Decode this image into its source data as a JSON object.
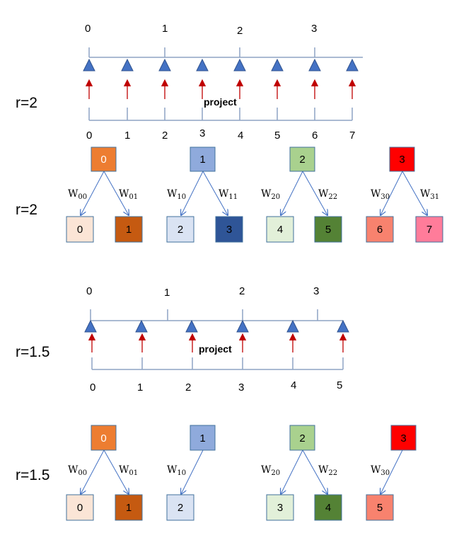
{
  "section1": {
    "r_label": "r=2",
    "top_ticks": [
      "0",
      "1",
      "2",
      "3"
    ],
    "bottom_ticks": [
      "0",
      "1",
      "2",
      "3",
      "4",
      "5",
      "6",
      "7"
    ],
    "project_label": "project"
  },
  "section2": {
    "r_label": "r=2",
    "parents": [
      {
        "label": "0",
        "color": "#ED7D31",
        "text_color": "#ffffff"
      },
      {
        "label": "1",
        "color": "#8FAADC",
        "text_color": "#000000"
      },
      {
        "label": "2",
        "color": "#A9D18E",
        "text_color": "#000000"
      },
      {
        "label": "3",
        "color": "#FF0000",
        "text_color": "#000000"
      }
    ],
    "weights": [
      {
        "base": "W",
        "sub": "00"
      },
      {
        "base": "W",
        "sub": "01"
      },
      {
        "base": "W",
        "sub": "10"
      },
      {
        "base": "W",
        "sub": "11"
      },
      {
        "base": "W",
        "sub": "20"
      },
      {
        "base": "W",
        "sub": "22"
      },
      {
        "base": "W",
        "sub": "30"
      },
      {
        "base": "W",
        "sub": "31"
      }
    ],
    "children": [
      {
        "label": "0",
        "color": "#FBE5D6",
        "text_color": "#000000"
      },
      {
        "label": "1",
        "color": "#C55A11",
        "text_color": "#000000"
      },
      {
        "label": "2",
        "color": "#DAE3F3",
        "text_color": "#000000"
      },
      {
        "label": "3",
        "color": "#2F5597",
        "text_color": "#000000"
      },
      {
        "label": "4",
        "color": "#E2F0D9",
        "text_color": "#000000"
      },
      {
        "label": "5",
        "color": "#548235",
        "text_color": "#000000"
      },
      {
        "label": "6",
        "color": "#F8826E",
        "text_color": "#000000"
      },
      {
        "label": "7",
        "color": "#FF7C9A",
        "text_color": "#000000"
      }
    ]
  },
  "section3": {
    "r_label": "r=1.5",
    "top_ticks": [
      "0",
      "1",
      "2",
      "3"
    ],
    "bottom_ticks": [
      "0",
      "1",
      "2",
      "3",
      "4",
      "5"
    ],
    "project_label": "project"
  },
  "section4": {
    "r_label": "r=1.5",
    "parents": [
      {
        "label": "0",
        "color": "#ED7D31",
        "text_color": "#ffffff"
      },
      {
        "label": "1",
        "color": "#8FAADC",
        "text_color": "#000000"
      },
      {
        "label": "2",
        "color": "#A9D18E",
        "text_color": "#000000"
      },
      {
        "label": "3",
        "color": "#FF0000",
        "text_color": "#000000"
      }
    ],
    "weights": [
      {
        "base": "W",
        "sub": "00"
      },
      {
        "base": "W",
        "sub": "01"
      },
      {
        "base": "W",
        "sub": "10"
      },
      {
        "base": "W",
        "sub": "20"
      },
      {
        "base": "W",
        "sub": "22"
      },
      {
        "base": "W",
        "sub": "30"
      }
    ],
    "children": [
      {
        "label": "0",
        "color": "#FBE5D6",
        "text_color": "#000000"
      },
      {
        "label": "1",
        "color": "#C55A11",
        "text_color": "#000000"
      },
      {
        "label": "2",
        "color": "#DAE3F3",
        "text_color": "#000000"
      },
      {
        "label": "3",
        "color": "#E2F0D9",
        "text_color": "#000000"
      },
      {
        "label": "4",
        "color": "#548235",
        "text_color": "#000000"
      },
      {
        "label": "5",
        "color": "#F8826E",
        "text_color": "#000000"
      }
    ]
  },
  "colors": {
    "axis_line": "#8EA3C4",
    "triangle": "#4472C4",
    "triangle_stroke": "#2F528F",
    "arrow_red": "#C00000",
    "edge_blue": "#4472C4",
    "box_stroke": "#41719C"
  }
}
